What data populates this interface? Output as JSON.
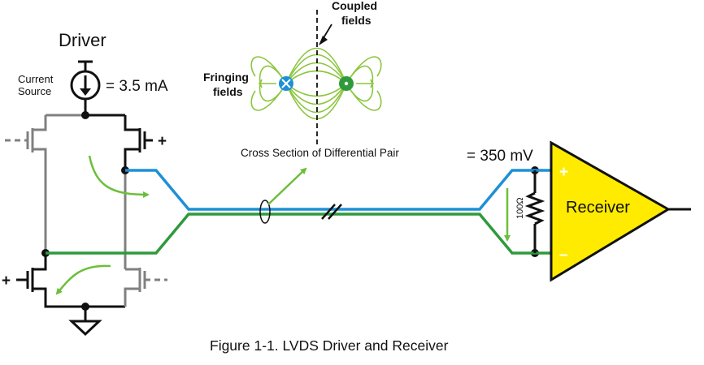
{
  "labels": {
    "driver": "Driver",
    "current_source_line1": "Current",
    "current_source_line2": "Source",
    "current_value": "= 3.5 mA",
    "coupled_line1": "Coupled",
    "coupled_line2": "fields",
    "fringing_line1": "Fringing",
    "fringing_line2": "fields",
    "cross_section": "Cross Section of Differential Pair",
    "voltage": "= 350 mV",
    "resistor": "100Ω",
    "receiver": "Receiver",
    "receiver_plus": "+",
    "receiver_minus": "–",
    "gate_plus_top": "+",
    "gate_minus_top": "- -",
    "gate_plus_bottom": "+",
    "gate_minus_bottom": "- -",
    "caption": "Figure 1-1. LVDS Driver and Receiver"
  },
  "colors": {
    "blue_line": "#1e90d6",
    "green_line": "#2e9a3c",
    "arrow_green": "#6cbf3a",
    "field_green": "#8cc63f",
    "receiver_fill": "#ffeb00",
    "gray_wire": "#808080",
    "black_wire": "#111111"
  }
}
